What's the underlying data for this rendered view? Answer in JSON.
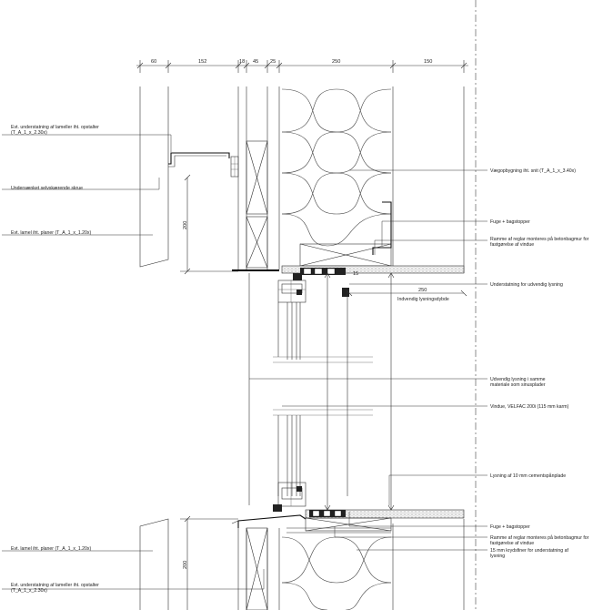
{
  "dimensions": [
    "60",
    "152",
    "18",
    "45",
    "25",
    "250",
    "150"
  ],
  "labels": {
    "top_substitution_1": "Evt. understatning af lameller iht. opstalter",
    "top_substitution_2": "(T_A_1_x_2.30x)",
    "screw": "Undersænket selvskærende skrue",
    "top_lamel": "Evt. lamel iht. planer (T_A_1_x_1.20x)",
    "wall_build": "Vægopbygning iht. snit (T_A_1_x_3.40x)",
    "joint_top": "Fuge + bagstopper",
    "frame_top_1": "Ramme af reglar monteres på betonbagmur for",
    "frame_top_2": "fastgørelse af vindue",
    "outer_reveal": "Understatning for udvendig lysning",
    "depth_value": "250",
    "inner_reveal_depth": "Indvendig lysningsdybde",
    "reveal_same_1": "Udvendig lysning i samme",
    "reveal_same_2": "materiale som sinusplader",
    "window": "Vindue, VELFAC 200i (115 mm karm)",
    "cement_board": "Lysning af 10 mm cementspånplade",
    "joint_bottom": "Fuge + bagstopper",
    "frame_bottom_1": "Ramme af reglar monteres på betonbagmur for",
    "frame_bottom_2": "fastgørelse af vindue",
    "plywood_1": "15 mm krydsfiner for understatning af",
    "plywood_2": "lysning",
    "bottom_lamel": "Evt. lamel iht. planer (T_A_1_x_1.20x)",
    "bottom_substitution_1": "Evt. understatning af lameller iht. opstalter",
    "bottom_substitution_2": "(T_A_1_x_2.30x)",
    "dim_200_top": "200",
    "dim_200_bottom": "200"
  }
}
